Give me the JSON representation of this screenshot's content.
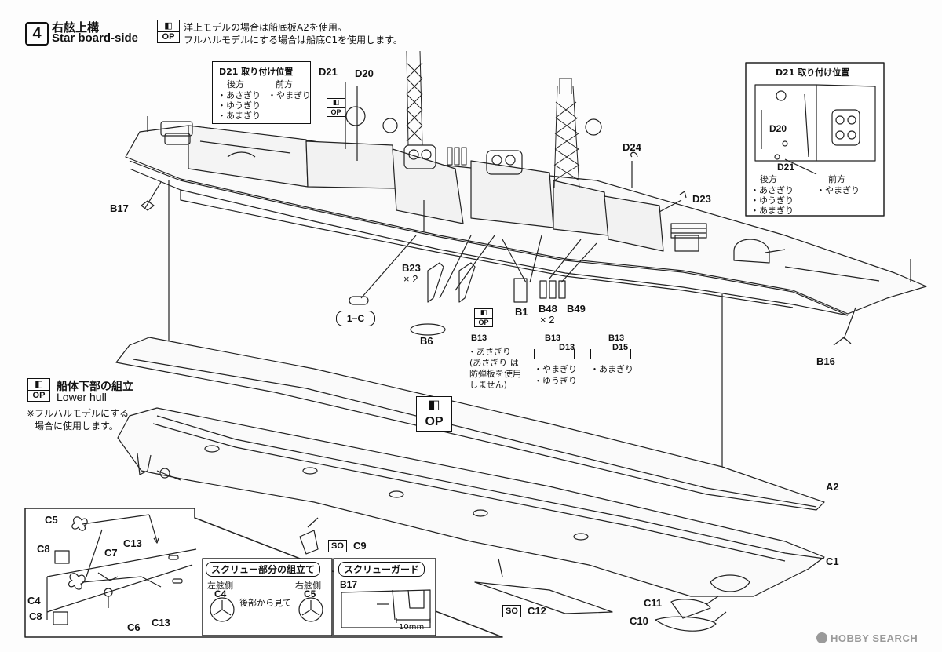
{
  "step4": {
    "number": "4",
    "title_jp": "右舷上構",
    "title_en": "Star board-side",
    "op_line1": "洋上モデルの場合は船底板A2を使用。",
    "op_line2": "フルハルモデルにする場合は船底C1を使用します。"
  },
  "op_label": "OP",
  "d21_box": {
    "title": "D21 取り付け位置",
    "col1_head": "後方",
    "col2_head": "前方",
    "col1_items": [
      "・あさぎり",
      "・ゆうぎり",
      "・あまぎり"
    ],
    "col2_items": [
      "・やまぎり"
    ]
  },
  "inset_box": {
    "title": "D21 取り付け位置",
    "d20": "D20",
    "d21": "D21",
    "col1_head": "後方",
    "col2_head": "前方",
    "col1_items": [
      "・あさぎり",
      "・ゆうぎり",
      "・あまぎり"
    ],
    "col2_items": [
      "・やまぎり"
    ]
  },
  "parts": {
    "d21": "D21",
    "d20": "D20",
    "d24": "D24",
    "d23": "D23",
    "b17": "B17",
    "b16": "B16",
    "b23": "B23",
    "b23_qty": "× 2",
    "b6": "B6",
    "b1": "B1",
    "b48": "B48",
    "b48_qty": "× 2",
    "b49": "B49",
    "one_c": "1−C",
    "a2": "A2",
    "c1": "C1",
    "c9": "C9",
    "c12": "C12",
    "c11": "C11",
    "c10": "C10",
    "so": "SO"
  },
  "b13_notes": {
    "left_title": "B13",
    "left_lines": [
      "・あさぎり",
      "(あさぎり は",
      "防弾板を使用",
      "しません)"
    ],
    "mid_title1": "B13",
    "mid_title2": "D13",
    "mid_lines": [
      "・やまぎり",
      "・ゆうぎり"
    ],
    "right_title1": "B13",
    "right_title2": "D15",
    "right_lines": [
      "・あまぎり"
    ]
  },
  "lower_hull": {
    "title_jp": "船体下部の組立",
    "title_en": "Lower hull",
    "note1": "※フルハルモデルにする",
    "note2": "場合に使用します。"
  },
  "screw_inset": {
    "c5": "C5",
    "c7": "C7",
    "c13a": "C13",
    "c8a": "C8",
    "c4": "C4",
    "c8b": "C8",
    "c6": "C6",
    "c13b": "C13"
  },
  "screw_assembly": {
    "title": "スクリュー部分の組立て",
    "left_side": "左舷側",
    "right_side": "右舷側",
    "c4": "C4",
    "c5": "C5",
    "from_rear": "後部から見て"
  },
  "screw_guard": {
    "title": "スクリューガード",
    "b17": "B17",
    "dim": "10mm"
  },
  "watermark": "HOBBY SEARCH"
}
